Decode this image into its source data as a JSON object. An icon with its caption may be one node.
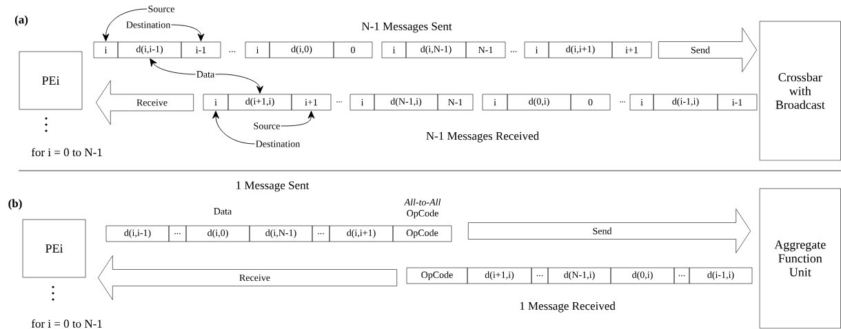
{
  "diagram": {
    "nodes": [
      {
        "text": [
          "Source"
        ]
      },
      {
        "text": [
          "Destination"
        ]
      },
      {
        "text": [
          "PEi"
        ]
      },
      {
        "text": [
          "i"
        ]
      },
      {
        "text": [
          "d(i,i-1)"
        ]
      },
      {
        "text": [
          "i-1"
        ]
      },
      {
        "text": [
          "i"
        ]
      },
      {
        "text": [
          "d(i,0)"
        ]
      },
      {
        "text": [
          "0"
        ]
      },
      {
        "text": [
          "i"
        ]
      },
      {
        "text": [
          "d(i,N-1)"
        ]
      },
      {
        "text": [
          "N-1"
        ]
      },
      {
        "text": [
          "i"
        ]
      },
      {
        "text": [
          "d(i,i+1)"
        ]
      },
      {
        "text": [
          "i+1"
        ]
      },
      {
        "text": [
          "Crossbar with Broadcast"
        ]
      },
      {
        "text": [
          "Data"
        ]
      },
      {
        "text": [
          "i"
        ]
      },
      {
        "text": [
          "d(i+1,i)"
        ]
      },
      {
        "text": [
          "i+1"
        ]
      },
      {
        "text": [
          "i"
        ]
      },
      {
        "text": [
          "d(N-1,i)"
        ]
      },
      {
        "text": [
          "N-1"
        ]
      },
      {
        "text": [
          "i"
        ]
      },
      {
        "text": [
          "d(0,i)"
        ]
      },
      {
        "text": [
          "0"
        ]
      },
      {
        "text": [
          "i"
        ]
      },
      {
        "text": [
          "d(i-1,i)"
        ]
      },
      {
        "text": [
          "i-1"
        ]
      },
      {
        "text": [
          "Source"
        ]
      },
      {
        "text": [
          "Destination"
        ]
      },
      {
        "text": [
          "PEi"
        ]
      },
      {
        "text": [
          "d(i,i-1)"
        ]
      },
      {
        "text": [
          "..."
        ]
      },
      {
        "text": [
          "d(i,0)"
        ]
      },
      {
        "text": [
          "d(i,N-1)"
        ]
      },
      {
        "text": [
          "..."
        ]
      },
      {
        "text": [
          "d(i,i+1)"
        ]
      },
      {
        "text": [
          "OpCode"
        ]
      },
      {
        "text": [
          "Aggregate Function Unit"
        ]
      },
      {
        "text": [
          "OpCode"
        ]
      },
      {
        "text": [
          "d(i+1,i)"
        ]
      },
      {
        "text": [
          "..."
        ]
      },
      {
        "text": [
          "d(N-1,i)"
        ]
      },
      {
        "text": [
          "d(0,i)"
        ]
      },
      {
        "text": [
          "..."
        ]
      },
      {
        "text": [
          "d(i-1,i)"
        ]
      }
    ],
    "edges": [
      {
        "from": 0,
        "to": 3,
        "arrow": "to"
      },
      {
        "from": 1,
        "to": 5,
        "arrow": "to"
      },
      {
        "from": 16,
        "to": 4,
        "arrow": "to"
      },
      {
        "from": 16,
        "to": 18,
        "arrow": "to"
      },
      {
        "from": 29,
        "to": 19,
        "arrow": "to"
      },
      {
        "from": 30,
        "to": 17,
        "arrow": "to"
      },
      {
        "from": 14,
        "to": 15,
        "arrow": "to",
        "label": "Send",
        "style": "thick"
      },
      {
        "from": 17,
        "to": 2,
        "arrow": "to",
        "label": "Receive",
        "style": "thick"
      },
      {
        "from": 38,
        "to": 39,
        "arrow": "to",
        "label": "Send",
        "style": "thick"
      },
      {
        "from": 40,
        "to": 31,
        "arrow": "to",
        "label": "Receive",
        "style": "thick"
      }
    ],
    "labels": [
      "(a)",
      "N-1 Messages Sent",
      "...",
      "...",
      "...",
      "...",
      "N-1 Messages Received",
      "for i = 0 to N-1",
      "1 Message Sent",
      "(b)",
      "Data",
      "*All-to-All* OpCode",
      "1 Message Received",
      "for i = 0 to N-1"
    ]
  }
}
